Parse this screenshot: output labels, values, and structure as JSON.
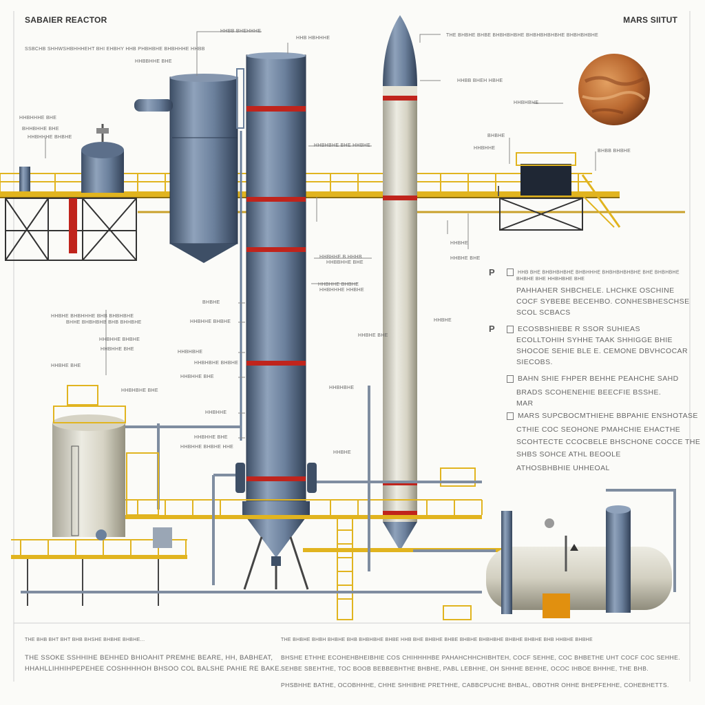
{
  "header": {
    "left_title": "SABAIER REACTOR",
    "right_title": "MARS SIITUT"
  },
  "top_notes": {
    "left_caption": "SSBCHB SHHWSHBHHHEHT BHI EHBHY HHB PHBHBHE BHBHHHE HHBB",
    "tower_label_1": "HHBB BHEHHHE",
    "tower_label_2": "HHB HBHHHE",
    "tank_label": "HHBBHHE BHE",
    "rocket_label_top": "THE BHBHE BHBE BHBHBHBHE BHBHBHBHBHE BHBHBHBHE",
    "rocket_label_mid": "HHBB BHEH HBHE",
    "mars_label": "HHBHBHE",
    "control_label_a": "BHBHE",
    "control_label_b": "HHBHHE",
    "right_label": "BHBB BHBHE",
    "left_labels": [
      "HHBHHHE BHE",
      "BHHBHHE BHE",
      "HHBHHHE BHBHE"
    ]
  },
  "tower_labels": [
    "HHBHBHE BHE HHBHE",
    "HHBHHE B HHHB",
    "HHBBHHE BHE",
    "HHBHHE BHBHE",
    "HHBHHHE HHBHE",
    "BHBHE",
    "HHBHHE BHBHE",
    "HHBHBHE",
    "HHBHBHE BHBHE",
    "HHBHHE BHE",
    "HHBHHE BHE",
    "HHBHHE BHBHE HHE"
  ],
  "left_mid_labels": [
    "HHBHE BHBHHHE BHB BHBHBHE",
    "BHHE BHBHBHB BHB BHHBHE",
    "HHBHHE BHBHE",
    "HHBHHE BHE",
    "HHBHE BHE",
    "HHBHBHE BHE",
    "HHBHHE"
  ],
  "center_small_labels": [
    "HHBHE",
    "HHBHE BHE",
    "HHBHE",
    "HHBHE BHE",
    "HHBHBHE",
    "HHBHE"
  ],
  "right_panel": {
    "markers": [
      "P",
      "P"
    ],
    "lines": [
      "HHB BHE BHBHBHBHE BHBHHHE BHBHBHBHBHE BHE BHBHBHE",
      "BHBHE BHE HHBHBHE BHE",
      "PAHHAHER SHBCHELE. LHCHKE OSCHINE",
      "COCF SYBEBE BECEHBO. CONHESBHESCHSE",
      "SCOL SCBACS",
      "ECOSBSHIEBE R SSOR SUHIEAS",
      "ECOLLTOHIH SYHHE TAAK SHHIGGE BHIE",
      "SHOCOE SEHIE BLE E. CEMONE DBVHCOCAR",
      "SIECOBS.",
      "BAHN SHIE FHPER BEHHE PEAHCHE SAHD",
      "BRADS SCOHENEHIE BEECFIE BSSHE.",
      "MAR",
      "MARS SUPCBOCMTHIEHE BBPAHIE ENSHOTASE",
      "CTHIE COC SEOHONE PMAHCHIE EHACTHE",
      "SCOHTECTE CCOCBELE BHSCHONE COCCE THE",
      "SHBS SOHCE ATHL BEOOLE",
      "ATHOSBHBHIE UHHEOAL"
    ]
  },
  "footer": {
    "left_head": "THE BHB BHT BHT BHB BHSHE BHBHE BHBHE...",
    "left_line_1": "THE SSOKE SSHHIHE BEHHED BHIOAHIT PREMHE BEARE, HH, BABHEAT,",
    "left_line_2": "HHAHLLIHHIHPEPEHEE COSHHHHOH BHSOO COL BALSHE PAHIE RE BAKE.",
    "right_head": "THE BHBHE BHBH BHBHE BHB BHBHBHE BHBE HHB BHE BHBHE BHBE BHBHE BHBHBHE BHBHE BHBHE BHB HHBHE BHBHE",
    "right_line_1": "BHSHE ETHHE ECOHEHBHEIBHIE COS CHIHHHHBE PAHAHCHHCHIBHTEH, COCF SEHHE, COC BHBETHE UHT COCF COC SEHHE.",
    "right_line_2": "SEHBE SBEHTHE, TOC BOOB BEBBEBHTHE BHBHE, PABL LEBHHE, OH SHHHE BEHHE, OCOC IHBOE BHHHE, THE BHB.",
    "right_line_3": "PHSBHHE BATHE, OCOBHHHE, CHHE SHHIBHE PRETHHE, CABBCPUCHE BHBAL, OBOTHR OHHE BHEPFEHHE, COHEBHETTS."
  },
  "colors": {
    "steel": "#6b809c",
    "steel_dark": "#3e4f66",
    "red_band": "#c0241c",
    "yellow_rail": "#e1b41f",
    "cream": "#dcd9cc",
    "mars": "#b8662e",
    "line": "#999999"
  }
}
